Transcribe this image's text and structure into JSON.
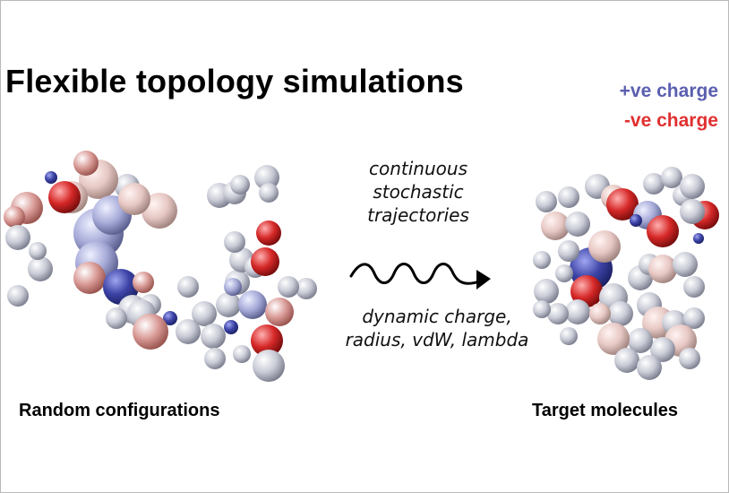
{
  "title": "Flexible topology simulations",
  "legend": {
    "positive": {
      "label": "+ve charge",
      "color": "#5a5fb0"
    },
    "negative": {
      "label": "-ve charge",
      "color": "#e03030"
    }
  },
  "process": {
    "top_lines": [
      "continuous",
      "stochastic",
      "trajectories"
    ],
    "bottom_lines": [
      "dynamic charge,",
      "radius, vdW, lambda"
    ]
  },
  "left_panel": {
    "caption": "Random configurations"
  },
  "right_panel": {
    "caption": "Target molecules"
  },
  "arrow_icon": "wavy-arrow-icon"
}
